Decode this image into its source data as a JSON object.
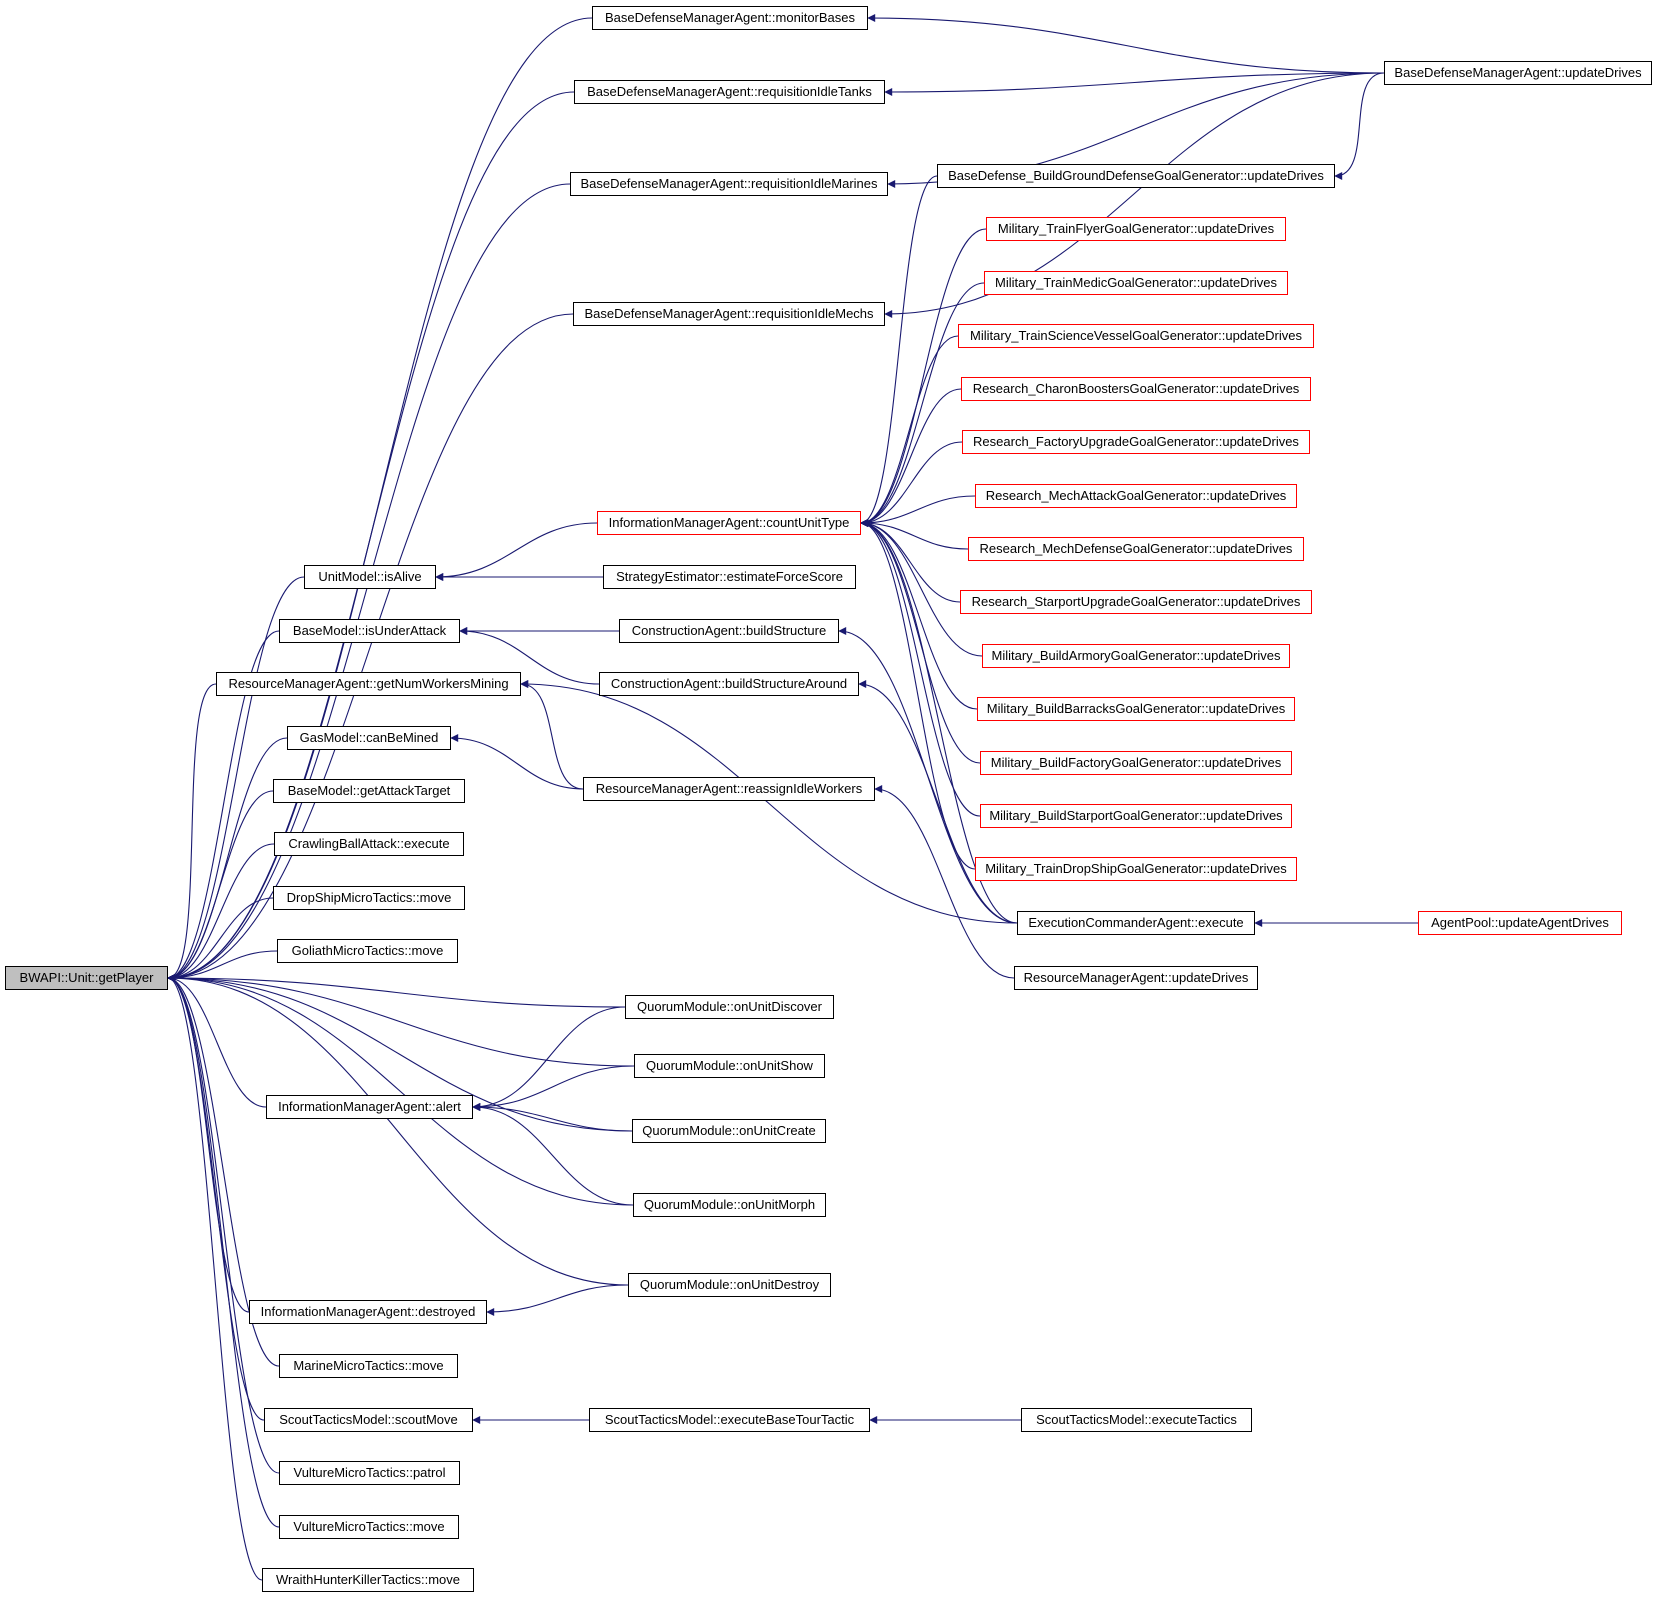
{
  "nodes": [
    {
      "id": "root",
      "label": "BWAPI::Unit::getPlayer",
      "kind": "root"
    },
    {
      "id": "bdm_monitor",
      "label": "BaseDefenseManagerAgent::monitorBases"
    },
    {
      "id": "bdm_tanks",
      "label": "BaseDefenseManagerAgent::requisitionIdleTanks"
    },
    {
      "id": "bdm_marines",
      "label": "BaseDefenseManagerAgent::requisitionIdleMarines"
    },
    {
      "id": "bdm_mechs",
      "label": "BaseDefenseManagerAgent::requisitionIdleMechs"
    },
    {
      "id": "bdm_update",
      "label": "BaseDefenseManagerAgent::updateDrives"
    },
    {
      "id": "bd_bgdg",
      "label": "BaseDefense_BuildGroundDefenseGoalGenerator::updateDrives"
    },
    {
      "id": "m_flyer",
      "label": "Military_TrainFlyerGoalGenerator::updateDrives",
      "kind": "red"
    },
    {
      "id": "m_medic",
      "label": "Military_TrainMedicGoalGenerator::updateDrives",
      "kind": "red"
    },
    {
      "id": "m_sci",
      "label": "Military_TrainScienceVesselGoalGenerator::updateDrives",
      "kind": "red"
    },
    {
      "id": "r_charon",
      "label": "Research_CharonBoostersGoalGenerator::updateDrives",
      "kind": "red"
    },
    {
      "id": "r_factory",
      "label": "Research_FactoryUpgradeGoalGenerator::updateDrives",
      "kind": "red"
    },
    {
      "id": "r_mechatk",
      "label": "Research_MechAttackGoalGenerator::updateDrives",
      "kind": "red"
    },
    {
      "id": "r_mechdef",
      "label": "Research_MechDefenseGoalGenerator::updateDrives",
      "kind": "red"
    },
    {
      "id": "r_starport",
      "label": "Research_StarportUpgradeGoalGenerator::updateDrives",
      "kind": "red"
    },
    {
      "id": "m_armory",
      "label": "Military_BuildArmoryGoalGenerator::updateDrives",
      "kind": "red"
    },
    {
      "id": "m_barracks",
      "label": "Military_BuildBarracksGoalGenerator::updateDrives",
      "kind": "red"
    },
    {
      "id": "m_factory",
      "label": "Military_BuildFactoryGoalGenerator::updateDrives",
      "kind": "red"
    },
    {
      "id": "m_starport",
      "label": "Military_BuildStarportGoalGenerator::updateDrives",
      "kind": "red"
    },
    {
      "id": "m_dropship",
      "label": "Military_TrainDropShipGoalGenerator::updateDrives",
      "kind": "red"
    },
    {
      "id": "ima_count",
      "label": "InformationManagerAgent::countUnitType",
      "kind": "red"
    },
    {
      "id": "unit_alive",
      "label": "UnitModel::isAlive"
    },
    {
      "id": "se_force",
      "label": "StrategyEstimator::estimateForceScore"
    },
    {
      "id": "base_attack",
      "label": "BaseModel::isUnderAttack"
    },
    {
      "id": "ca_build",
      "label": "ConstructionAgent::buildStructure"
    },
    {
      "id": "ca_around",
      "label": "ConstructionAgent::buildStructureAround"
    },
    {
      "id": "rma_num",
      "label": "ResourceManagerAgent::getNumWorkersMining"
    },
    {
      "id": "gas_mined",
      "label": "GasModel::canBeMined"
    },
    {
      "id": "rma_reassign",
      "label": "ResourceManagerAgent::reassignIdleWorkers"
    },
    {
      "id": "base_target",
      "label": "BaseModel::getAttackTarget"
    },
    {
      "id": "crawl_exec",
      "label": "CrawlingBallAttack::execute"
    },
    {
      "id": "drop_move",
      "label": "DropShipMicroTactics::move"
    },
    {
      "id": "goliath_move",
      "label": "GoliathMicroTactics::move"
    },
    {
      "id": "eca_exec",
      "label": "ExecutionCommanderAgent::execute"
    },
    {
      "id": "agentpool",
      "label": "AgentPool::updateAgentDrives",
      "kind": "red"
    },
    {
      "id": "rma_update",
      "label": "ResourceManagerAgent::updateDrives"
    },
    {
      "id": "qm_discover",
      "label": "QuorumModule::onUnitDiscover"
    },
    {
      "id": "qm_show",
      "label": "QuorumModule::onUnitShow"
    },
    {
      "id": "ima_alert",
      "label": "InformationManagerAgent::alert"
    },
    {
      "id": "qm_create",
      "label": "QuorumModule::onUnitCreate"
    },
    {
      "id": "qm_morph",
      "label": "QuorumModule::onUnitMorph"
    },
    {
      "id": "qm_destroy",
      "label": "QuorumModule::onUnitDestroy"
    },
    {
      "id": "ima_destroyed",
      "label": "InformationManagerAgent::destroyed"
    },
    {
      "id": "marine_move",
      "label": "MarineMicroTactics::move"
    },
    {
      "id": "stm_scout",
      "label": "ScoutTacticsModel::scoutMove"
    },
    {
      "id": "stm_basetour",
      "label": "ScoutTacticsModel::executeBaseTourTactic"
    },
    {
      "id": "stm_exec",
      "label": "ScoutTacticsModel::executeTactics"
    },
    {
      "id": "vulture_patrol",
      "label": "VultureMicroTactics::patrol"
    },
    {
      "id": "vulture_move",
      "label": "VultureMicroTactics::move"
    },
    {
      "id": "wraith_move",
      "label": "WraithHunterKillerTactics::move"
    }
  ],
  "edges": [
    [
      "bdm_monitor",
      "root"
    ],
    [
      "bdm_tanks",
      "root"
    ],
    [
      "bdm_marines",
      "root"
    ],
    [
      "bdm_mechs",
      "root"
    ],
    [
      "unit_alive",
      "root"
    ],
    [
      "base_attack",
      "root"
    ],
    [
      "rma_num",
      "root"
    ],
    [
      "gas_mined",
      "root"
    ],
    [
      "base_target",
      "root"
    ],
    [
      "crawl_exec",
      "root"
    ],
    [
      "drop_move",
      "root"
    ],
    [
      "goliath_move",
      "root"
    ],
    [
      "qm_discover",
      "root"
    ],
    [
      "qm_show",
      "root"
    ],
    [
      "ima_alert",
      "root"
    ],
    [
      "qm_create",
      "root"
    ],
    [
      "qm_morph",
      "root"
    ],
    [
      "qm_destroy",
      "root"
    ],
    [
      "ima_destroyed",
      "root"
    ],
    [
      "marine_move",
      "root"
    ],
    [
      "stm_scout",
      "root"
    ],
    [
      "vulture_patrol",
      "root"
    ],
    [
      "vulture_move",
      "root"
    ],
    [
      "wraith_move",
      "root"
    ],
    [
      "bdm_update",
      "bdm_monitor"
    ],
    [
      "bdm_update",
      "bdm_tanks"
    ],
    [
      "bdm_update",
      "bdm_marines"
    ],
    [
      "bdm_update",
      "bdm_mechs"
    ],
    [
      "bdm_update",
      "bd_bgdg"
    ],
    [
      "bd_bgdg",
      "ima_count"
    ],
    [
      "m_flyer",
      "ima_count"
    ],
    [
      "m_medic",
      "ima_count"
    ],
    [
      "m_sci",
      "ima_count"
    ],
    [
      "r_charon",
      "ima_count"
    ],
    [
      "r_factory",
      "ima_count"
    ],
    [
      "r_mechatk",
      "ima_count"
    ],
    [
      "r_mechdef",
      "ima_count"
    ],
    [
      "r_starport",
      "ima_count"
    ],
    [
      "m_armory",
      "ima_count"
    ],
    [
      "m_barracks",
      "ima_count"
    ],
    [
      "m_factory",
      "ima_count"
    ],
    [
      "m_starport",
      "ima_count"
    ],
    [
      "m_dropship",
      "ima_count"
    ],
    [
      "eca_exec",
      "ima_count"
    ],
    [
      "ima_count",
      "unit_alive"
    ],
    [
      "se_force",
      "unit_alive"
    ],
    [
      "ca_build",
      "base_attack"
    ],
    [
      "ca_around",
      "base_attack"
    ],
    [
      "rma_reassign",
      "rma_num"
    ],
    [
      "eca_exec",
      "rma_num"
    ],
    [
      "rma_reassign",
      "gas_mined"
    ],
    [
      "eca_exec",
      "ca_build"
    ],
    [
      "eca_exec",
      "ca_around"
    ],
    [
      "rma_update",
      "rma_reassign"
    ],
    [
      "agentpool",
      "eca_exec"
    ],
    [
      "qm_discover",
      "ima_alert"
    ],
    [
      "qm_show",
      "ima_alert"
    ],
    [
      "qm_create",
      "ima_alert"
    ],
    [
      "qm_morph",
      "ima_alert"
    ],
    [
      "qm_destroy",
      "ima_destroyed"
    ],
    [
      "stm_basetour",
      "stm_scout"
    ],
    [
      "stm_exec",
      "stm_basetour"
    ]
  ],
  "colors": {
    "edge": "#191970",
    "node_border": "#000000",
    "red_border": "#ff0000",
    "root_fill": "#bfbfbf"
  }
}
